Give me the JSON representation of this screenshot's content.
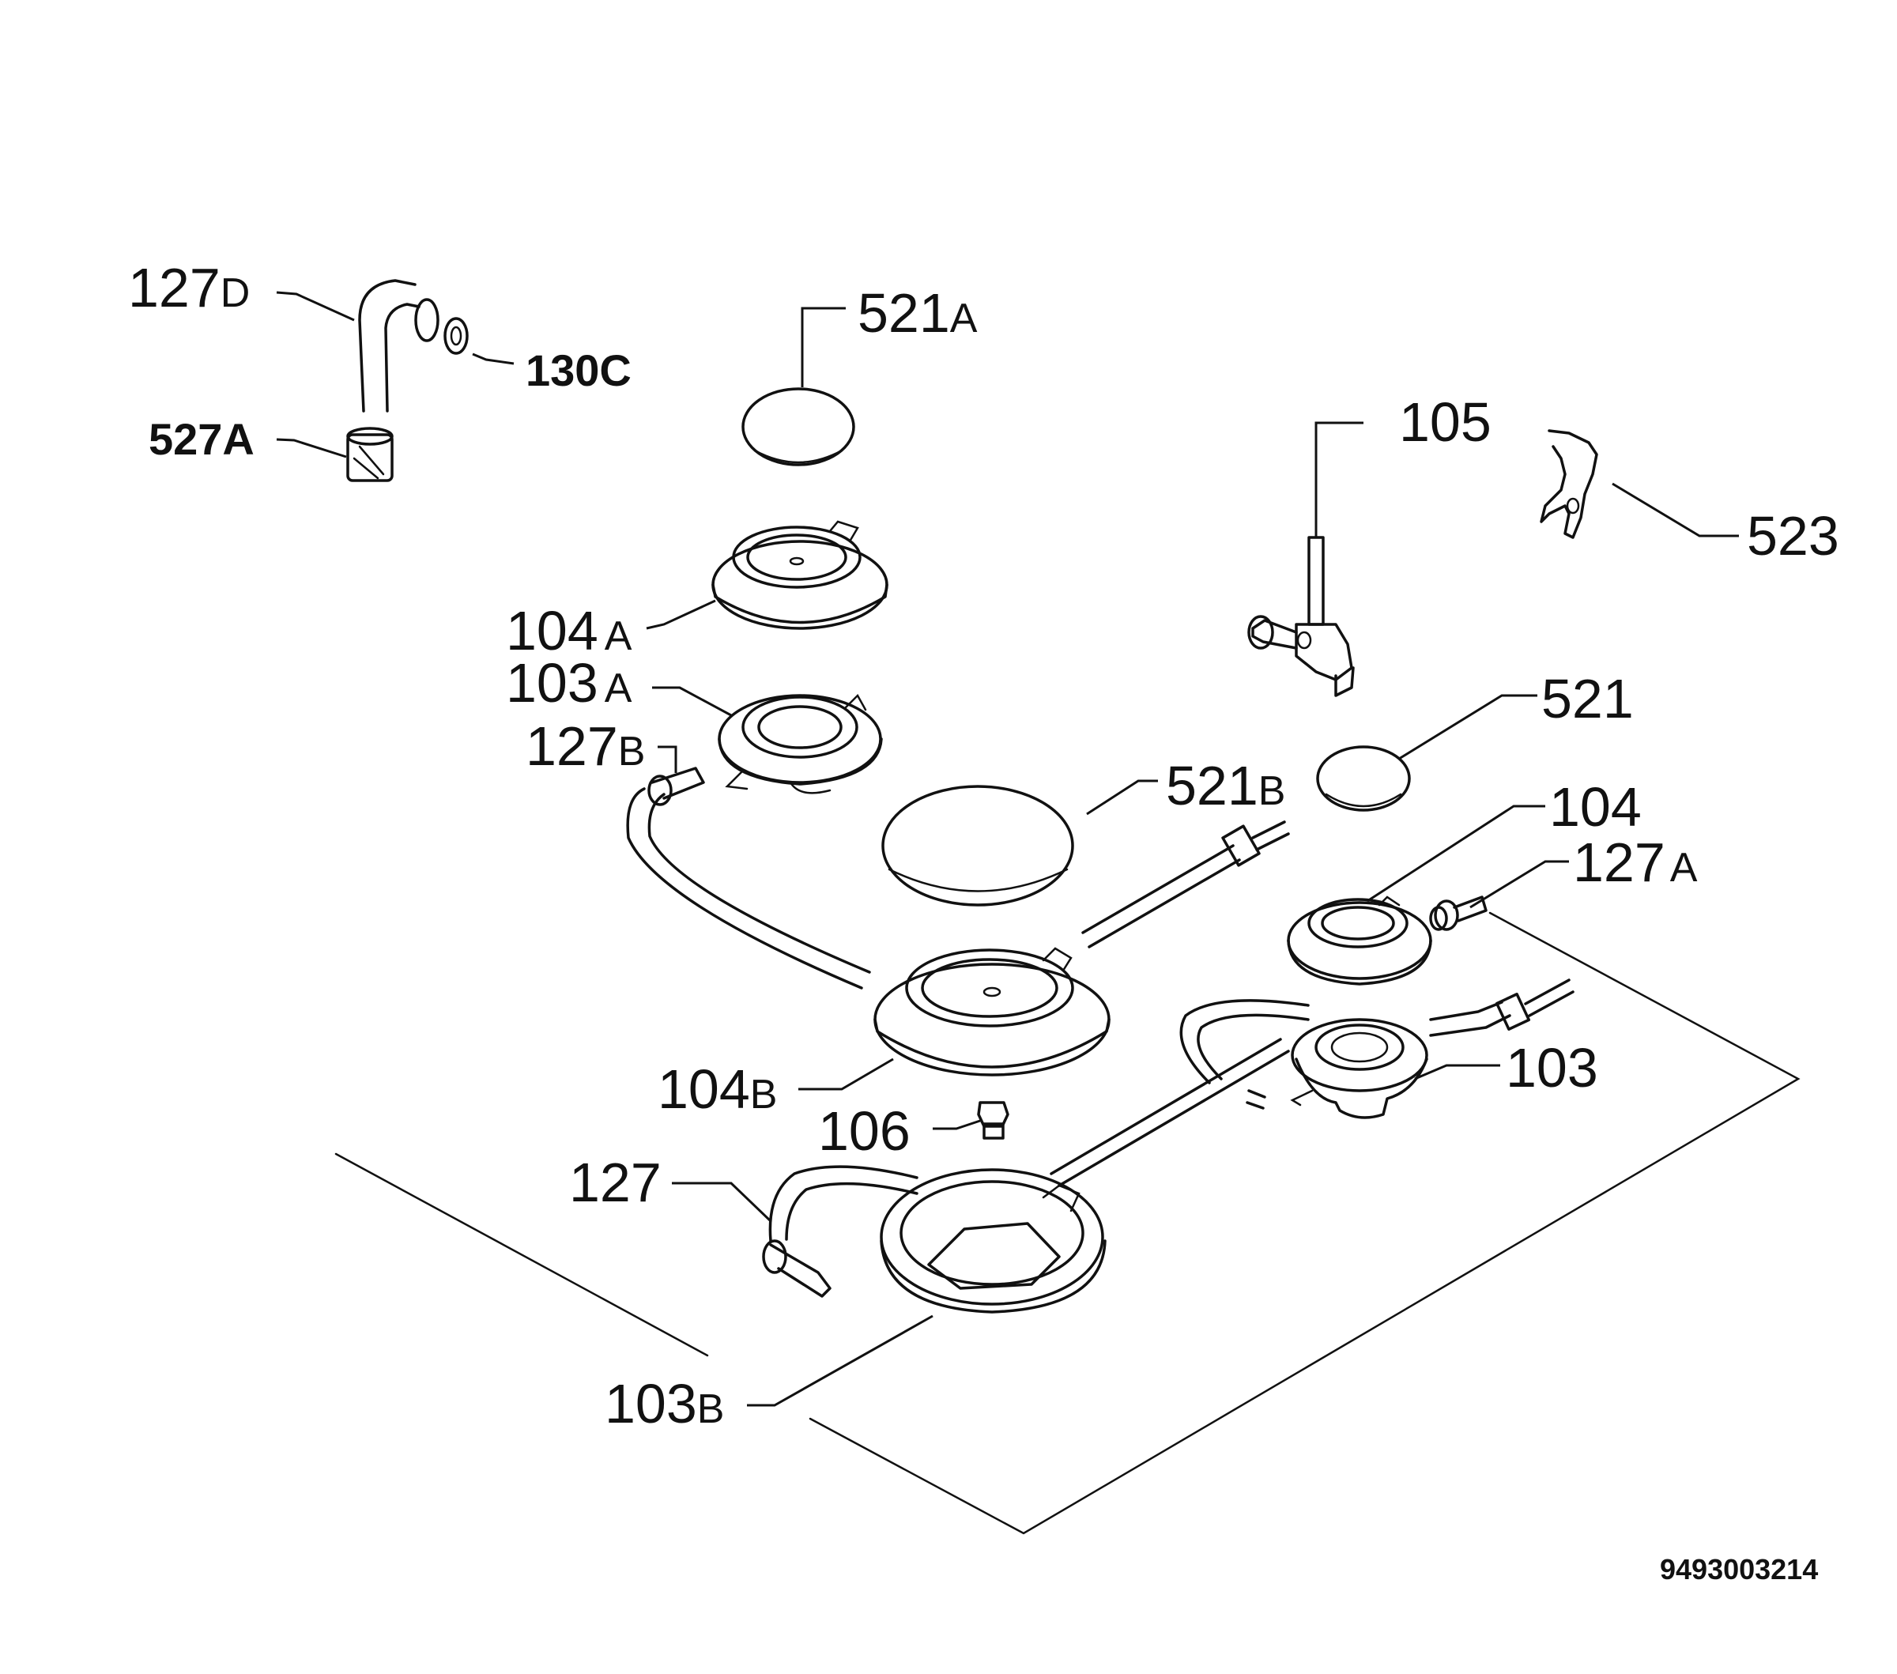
{
  "labels": {
    "p127d": {
      "num": "127",
      "suffix": "D"
    },
    "p130c": {
      "num": "130C",
      "suffix": ""
    },
    "p527a": {
      "num": "527A",
      "suffix": ""
    },
    "p521a": {
      "num": "521",
      "suffix": "A"
    },
    "p104a": {
      "num": "104",
      "suffix": "A"
    },
    "p103a": {
      "num": "103",
      "suffix": "A"
    },
    "p127b": {
      "num": "127",
      "suffix": "B"
    },
    "p105": {
      "num": "105",
      "suffix": ""
    },
    "p523": {
      "num": "523",
      "suffix": ""
    },
    "p521": {
      "num": "521",
      "suffix": ""
    },
    "p521b": {
      "num": "521",
      "suffix": "B"
    },
    "p104": {
      "num": "104",
      "suffix": ""
    },
    "p127a": {
      "num": "127",
      "suffix": "A"
    },
    "p104b": {
      "num": "104",
      "suffix": "B"
    },
    "p106": {
      "num": "106",
      "suffix": ""
    },
    "p103": {
      "num": "103",
      "suffix": ""
    },
    "p127": {
      "num": "127",
      "suffix": ""
    },
    "p103b": {
      "num": "103",
      "suffix": "B"
    }
  },
  "drawing_code": "9493003214",
  "colors": {
    "line": "#111111",
    "background": "#ffffff"
  }
}
